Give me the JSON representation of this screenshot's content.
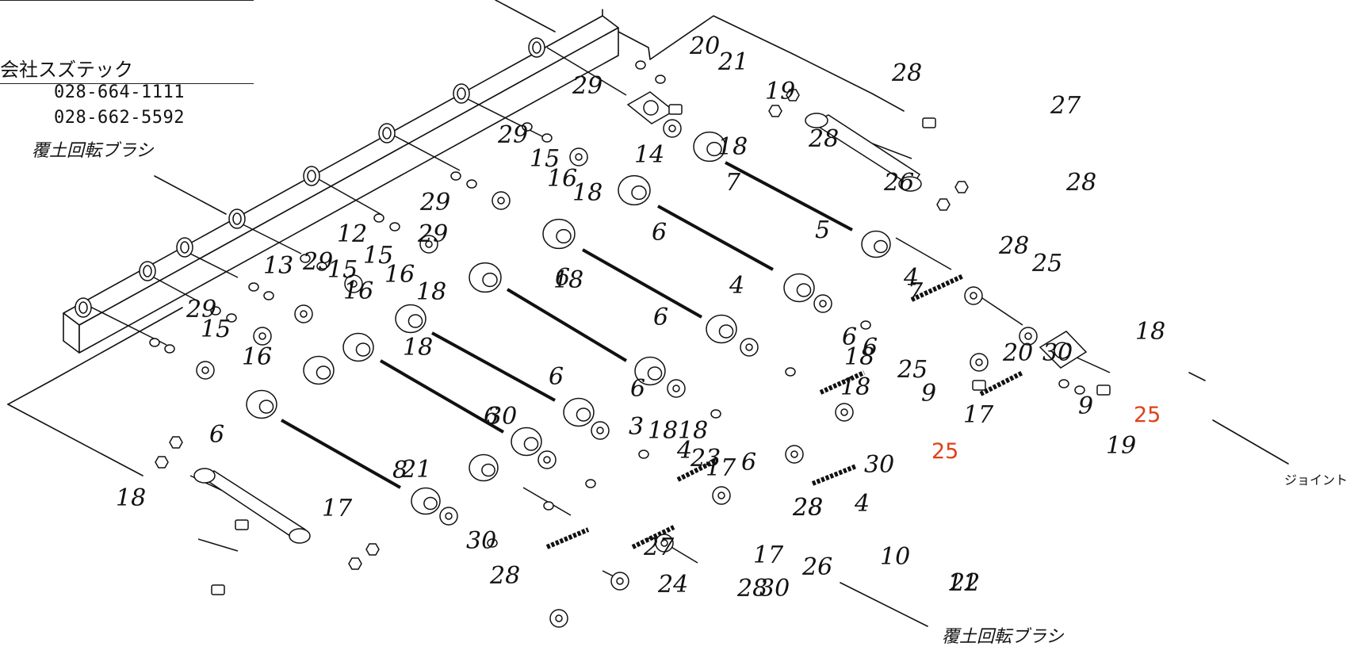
{
  "header": {
    "company": "会社スズテック",
    "phone_1": "028-664-1111",
    "phone_2": "028-662-5592",
    "product_label": "覆土回転ブラシ"
  },
  "labels": {
    "bottom_product_label": "覆土回転ブラシ",
    "joint_label": "ジョイント"
  },
  "part_numbers": [
    "3",
    "4",
    "5",
    "6",
    "7",
    "8",
    "9",
    "10",
    "11",
    "12",
    "13",
    "14",
    "15",
    "16",
    "17",
    "18",
    "19",
    "20",
    "21",
    "22",
    "23",
    "24",
    "25",
    "26",
    "27",
    "28",
    "29",
    "30"
  ],
  "highlight_color": "#e0401a",
  "callouts": [
    {
      "n": "20",
      "c": "black"
    },
    {
      "n": "21",
      "c": "black"
    },
    {
      "n": "19",
      "c": "black"
    },
    {
      "n": "14",
      "c": "black"
    },
    {
      "n": "18",
      "c": "black"
    },
    {
      "n": "28",
      "c": "black"
    },
    {
      "n": "28",
      "c": "black"
    },
    {
      "n": "27",
      "c": "black"
    },
    {
      "n": "26",
      "c": "black"
    },
    {
      "n": "28",
      "c": "black"
    },
    {
      "n": "28",
      "c": "black"
    },
    {
      "n": "7",
      "c": "black"
    },
    {
      "n": "29",
      "c": "black"
    },
    {
      "n": "29",
      "c": "black"
    },
    {
      "n": "15",
      "c": "black"
    },
    {
      "n": "16",
      "c": "black"
    },
    {
      "n": "18",
      "c": "black"
    },
    {
      "n": "6",
      "c": "black"
    },
    {
      "n": "5",
      "c": "black"
    },
    {
      "n": "29",
      "c": "black"
    },
    {
      "n": "29",
      "c": "black"
    },
    {
      "n": "15",
      "c": "black"
    },
    {
      "n": "16",
      "c": "black"
    },
    {
      "n": "18",
      "c": "black"
    },
    {
      "n": "6",
      "c": "black"
    },
    {
      "n": "4",
      "c": "black"
    },
    {
      "n": "7",
      "c": "black"
    },
    {
      "n": "25",
      "c": "black"
    },
    {
      "n": "12",
      "c": "black"
    },
    {
      "n": "29",
      "c": "black"
    },
    {
      "n": "15",
      "c": "black"
    },
    {
      "n": "16",
      "c": "black"
    },
    {
      "n": "18",
      "c": "black"
    },
    {
      "n": "6",
      "c": "black"
    },
    {
      "n": "4",
      "c": "black"
    },
    {
      "n": "6",
      "c": "black"
    },
    {
      "n": "18",
      "c": "black"
    },
    {
      "n": "30",
      "c": "black"
    },
    {
      "n": "18",
      "c": "black"
    },
    {
      "n": "13",
      "c": "black"
    },
    {
      "n": "29",
      "c": "black"
    },
    {
      "n": "15",
      "c": "black"
    },
    {
      "n": "16",
      "c": "black"
    },
    {
      "n": "18",
      "c": "black"
    },
    {
      "n": "6",
      "c": "black"
    },
    {
      "n": "3",
      "c": "black"
    },
    {
      "n": "6",
      "c": "black"
    },
    {
      "n": "18",
      "c": "black"
    },
    {
      "n": "25",
      "c": "black"
    },
    {
      "n": "17",
      "c": "black"
    },
    {
      "n": "9",
      "c": "black"
    },
    {
      "n": "25",
      "c": "red"
    },
    {
      "n": "19",
      "c": "black"
    },
    {
      "n": "20",
      "c": "black"
    },
    {
      "n": "21",
      "c": "black"
    },
    {
      "n": "30",
      "c": "black"
    },
    {
      "n": "6",
      "c": "black"
    },
    {
      "n": "4",
      "c": "black"
    },
    {
      "n": "6",
      "c": "black"
    },
    {
      "n": "18",
      "c": "black"
    },
    {
      "n": "23",
      "c": "black"
    },
    {
      "n": "18",
      "c": "black"
    },
    {
      "n": "6",
      "c": "black"
    },
    {
      "n": "17",
      "c": "black"
    },
    {
      "n": "9",
      "c": "black"
    },
    {
      "n": "30",
      "c": "black"
    },
    {
      "n": "25",
      "c": "red"
    },
    {
      "n": "28",
      "c": "black"
    },
    {
      "n": "28",
      "c": "black"
    },
    {
      "n": "26",
      "c": "black"
    },
    {
      "n": "4",
      "c": "black"
    },
    {
      "n": "6",
      "c": "black"
    },
    {
      "n": "18",
      "c": "black"
    },
    {
      "n": "17",
      "c": "black"
    },
    {
      "n": "8",
      "c": "black"
    },
    {
      "n": "30",
      "c": "black"
    },
    {
      "n": "28",
      "c": "black"
    },
    {
      "n": "27",
      "c": "black"
    },
    {
      "n": "24",
      "c": "black"
    },
    {
      "n": "17",
      "c": "black"
    },
    {
      "n": "11",
      "c": "black"
    },
    {
      "n": "22",
      "c": "black"
    },
    {
      "n": "10",
      "c": "black"
    },
    {
      "n": "30",
      "c": "black"
    },
    {
      "n": "28",
      "c": "black"
    }
  ]
}
